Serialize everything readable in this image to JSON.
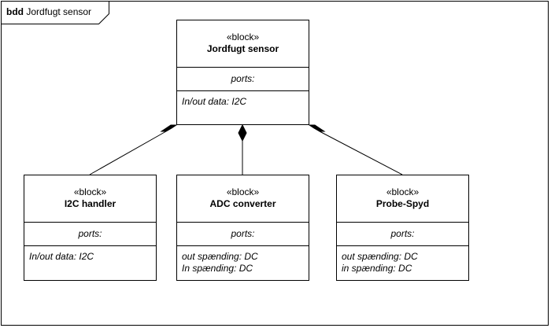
{
  "frame": {
    "kind": "bdd",
    "title": "Jordfugt sensor"
  },
  "blocks": {
    "root": {
      "stereotype": "«block»",
      "name": "Jordfugt sensor",
      "ports_header": "ports:",
      "ports": [
        "In/out data: I2C"
      ]
    },
    "i2c": {
      "stereotype": "«block»",
      "name": "I2C handler",
      "ports_header": "ports:",
      "ports": [
        "In/out data: I2C"
      ]
    },
    "adc": {
      "stereotype": "«block»",
      "name": "ADC converter",
      "ports_header": "ports:",
      "ports": [
        "out spænding: DC",
        "In spænding: DC"
      ]
    },
    "probe": {
      "stereotype": "«block»",
      "name": "Probe-Spyd",
      "ports_header": "ports:",
      "ports": [
        "out spænding: DC",
        "in spænding: DC"
      ]
    }
  },
  "relationships": [
    {
      "from": "root",
      "to": "i2c",
      "type": "composition"
    },
    {
      "from": "root",
      "to": "adc",
      "type": "composition"
    },
    {
      "from": "root",
      "to": "probe",
      "type": "composition"
    }
  ]
}
